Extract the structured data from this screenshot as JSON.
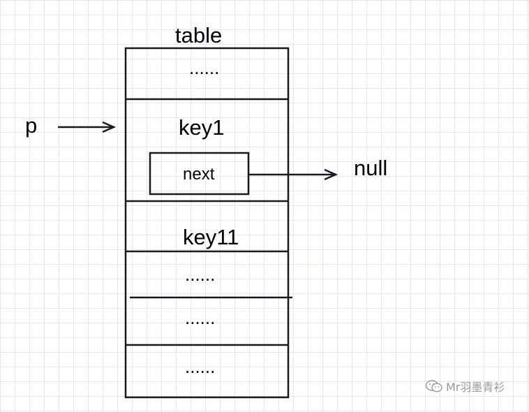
{
  "diagram": {
    "table_label": "table",
    "pointer_label": "p",
    "null_label": "null",
    "rows": {
      "top_dots": "......",
      "key1": "key1",
      "next": "next",
      "key11": "key11",
      "dots_2": "......",
      "dots_3": "......",
      "dots_4": "......"
    },
    "watermark": "Mr羽墨青衫"
  }
}
